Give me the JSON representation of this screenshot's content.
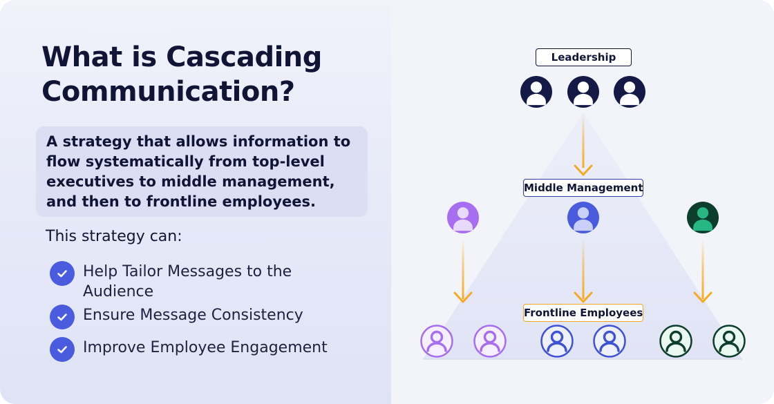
{
  "title": "What is Cascading Communication?",
  "definition": "A strategy that allows information to flow systematically from top-level executives to middle management, and then to frontline employees.",
  "intro": "This strategy can:",
  "benefits": [
    {
      "text": "Help Tailor Messages to the Audience"
    },
    {
      "text": "Ensure Message Consistency"
    },
    {
      "text": "Improve Employee Engagement"
    }
  ],
  "diagram": {
    "levels": [
      {
        "label": "Leadership",
        "border_color": "#101535"
      },
      {
        "label": "Middle Management",
        "border_color": "#2f3aa8"
      },
      {
        "label": "Frontline Employees",
        "border_color": "#f2a81d"
      }
    ],
    "arrow_color": "#f5ab1f",
    "colors": {
      "navy": "#141a45",
      "purple": "#a86ef2",
      "blue": "#4a5be0",
      "green": "#0d3d2c"
    }
  }
}
